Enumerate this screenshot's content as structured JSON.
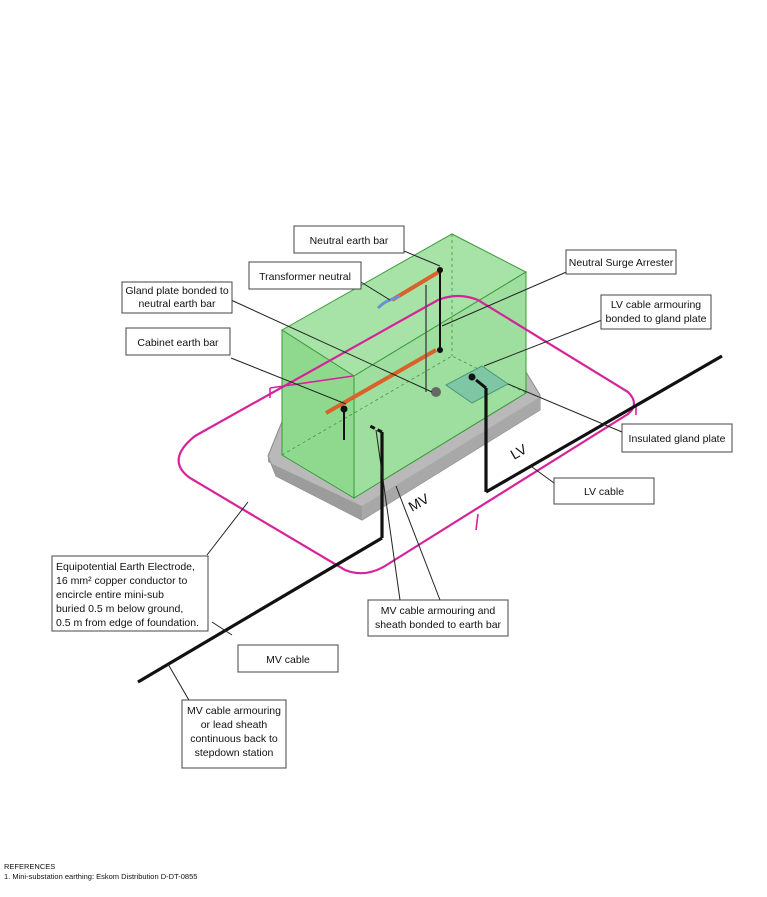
{
  "labels": {
    "neutral_earth_bar": "Neutral earth bar",
    "transformer_neutral": "Transformer neutral",
    "gland_plate_bonded": [
      "Gland plate bonded to",
      "neutral earth bar"
    ],
    "cabinet_earth_bar": "Cabinet earth bar",
    "neutral_surge_arrester": "Neutral Surge Arrester",
    "lv_cable_armouring": [
      "LV cable armouring",
      "bonded to gland plate"
    ],
    "insulated_gland_plate": "Insulated gland plate",
    "lv_cable": "LV cable",
    "equipotential_electrode": [
      "Equipotential Earth Electrode,",
      "16 mm² copper conductor to",
      "encircle entire mini-sub",
      "buried 0.5 m below ground,",
      "0.5 m from edge of foundation."
    ],
    "mv_armouring_bonded": [
      "MV cable armouring and",
      "sheath bonded to earth bar"
    ],
    "mv_cable": "MV cable",
    "mv_armouring_continuous": [
      "MV cable armouring",
      "or lead sheath",
      "continuous back to",
      "stepdown station"
    ],
    "lv_tag": "LV",
    "mv_tag": "MV"
  },
  "references": {
    "heading": "REFERENCES",
    "items": [
      "1. Mini-substation earthing: Eskom Distribution D-DT-0855"
    ]
  },
  "colors": {
    "cabinet_fill": "#8fd98f",
    "cabinet_stroke": "#3a9a3a",
    "foundation": "#bdbdbd",
    "electrode": "#d6239a",
    "earth_bar": "#d9622b",
    "cable": "#111111",
    "neutral": "#6a8fd6"
  }
}
